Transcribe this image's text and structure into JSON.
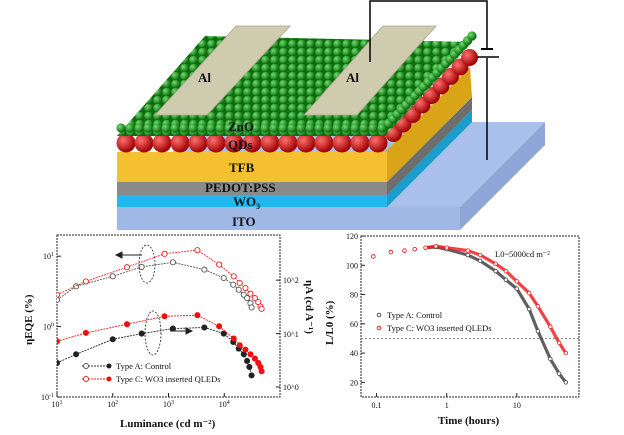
{
  "device": {
    "electrode_top": "Al",
    "layers": [
      {
        "id": "zno",
        "label": "ZnO",
        "sub": "",
        "color": "#1e9a1e"
      },
      {
        "id": "qds",
        "label": "QDs",
        "sub": "",
        "color": "#e01010"
      },
      {
        "id": "tfb",
        "label": "TFB",
        "sub": "",
        "color": "#f5c030"
      },
      {
        "id": "pedot",
        "label": "PEDOT:PSS",
        "sub": "",
        "color": "#8a8a8a"
      },
      {
        "id": "wo3",
        "label": "WO",
        "sub": "3",
        "color": "#22b8ee"
      },
      {
        "id": "ito",
        "label": "ITO",
        "sub": "",
        "color": "#9fb8e6"
      }
    ]
  },
  "chart_data": [
    {
      "type": "line",
      "title": "",
      "xlabel": "Luminance (cd m⁻²)",
      "ylabel": "ηEQE (%)",
      "ylabel_right": "ηA (cd A⁻¹)",
      "xscale": "log",
      "xlim": [
        10,
        100000
      ],
      "yscale": "log",
      "ylim": [
        0.1,
        20
      ],
      "ylim_right": [
        0.65,
        700
      ],
      "xticks": [
        "10^1",
        "10^2",
        "10^3",
        "10^4"
      ],
      "yticks": [
        "10^-1",
        "10^0",
        "10^1"
      ],
      "yticks_right": [
        "10^0",
        "10^1",
        "10^2"
      ],
      "legend": {
        "placement": "bottom-left",
        "entries": [
          "Type A: Control",
          "Type C: WO3 inserted QLEDs"
        ]
      },
      "series": [
        {
          "name": "Type A: Control (EQE)",
          "axis": "left",
          "color": "#555555",
          "marker": "open-circle",
          "x": [
            10,
            22,
            100,
            330,
            1200,
            4400,
            9800,
            14500,
            18200,
            22400,
            25700,
            29500,
            30900
          ],
          "y": [
            2.4,
            3.73,
            5.18,
            7.04,
            8.2,
            6.45,
            4.9,
            3.94,
            3.34,
            2.83,
            2.54,
            2.15,
            1.87
          ]
        },
        {
          "name": "Type C: WO3 inserted QLEDs (EQE)",
          "axis": "left",
          "color": "#ee2222",
          "marker": "open-circle",
          "x": [
            10,
            33,
            180,
            850,
            3300,
            8100,
            14800,
            19000,
            24000,
            29500,
            35500,
            40700,
            44700,
            46800
          ],
          "y": [
            2.83,
            4.39,
            6.97,
            10.8,
            12.2,
            7.6,
            5.18,
            4.16,
            3.53,
            2.93,
            2.54,
            2.23,
            1.93,
            1.79
          ]
        },
        {
          "name": "Type A: Control (current efficiency)",
          "axis": "right",
          "color": "#222222",
          "marker": "filled-circle",
          "x": [
            10,
            22,
            100,
            330,
            1200,
            4400,
            9800,
            14500,
            18200,
            22400,
            25700,
            28200,
            30900
          ],
          "y": [
            2.82,
            4.1,
            7.83,
            10.0,
            12.4,
            13.0,
            10.0,
            6.98,
            5.23,
            4.1,
            3.07,
            2.37,
            1.65
          ]
        },
        {
          "name": "Type C: WO3 inserted QLEDs (current efficiency)",
          "axis": "right",
          "color": "#ee1111",
          "marker": "filled-circle",
          "x": [
            10,
            33,
            180,
            850,
            3300,
            8100,
            14800,
            19000,
            24000,
            29500,
            35500,
            40700,
            44700,
            46800
          ],
          "y": [
            7.18,
            10.3,
            15.0,
            21.1,
            22.1,
            13.7,
            8.06,
            6.04,
            5.01,
            4.1,
            3.4,
            2.82,
            2.37,
            1.97
          ]
        }
      ]
    },
    {
      "type": "scatter",
      "title": "",
      "annotation": "L0~5000cd m⁻²",
      "xlabel": "Time (hours)",
      "ylabel": "L/L0 (%)",
      "xscale": "log",
      "xlim": [
        0.06,
        77
      ],
      "ylim": [
        10,
        120
      ],
      "xticks": [
        "0.1",
        "1",
        "10"
      ],
      "yticks": [
        "20",
        "40",
        "60",
        "80",
        "100",
        "120"
      ],
      "reference_line_y": 50,
      "legend": {
        "placement": "center-left",
        "entries": [
          "Type A: Control",
          "Type C: WO3 inserted QLEDs"
        ]
      },
      "series": [
        {
          "name": "Type A: Control",
          "color": "#444444",
          "x": [
            0.09,
            0.16,
            0.25,
            0.35,
            0.5,
            0.7,
            1,
            2,
            3,
            5,
            7,
            10,
            15,
            20,
            30,
            40,
            50
          ],
          "y": [
            106,
            109,
            110,
            111,
            112,
            112.5,
            111,
            107,
            103,
            96,
            90,
            84,
            70,
            55,
            36,
            26,
            20
          ]
        },
        {
          "name": "Type C: WO3 inserted QLEDs",
          "color": "#ee2222",
          "x": [
            0.09,
            0.16,
            0.25,
            0.35,
            0.5,
            0.7,
            1,
            2,
            3,
            5,
            7,
            10,
            15,
            20,
            30,
            40,
            50
          ],
          "y": [
            106,
            109,
            110,
            111,
            112,
            113,
            112,
            110,
            107,
            101,
            96,
            89,
            81,
            72,
            58,
            47,
            40
          ]
        }
      ]
    }
  ]
}
